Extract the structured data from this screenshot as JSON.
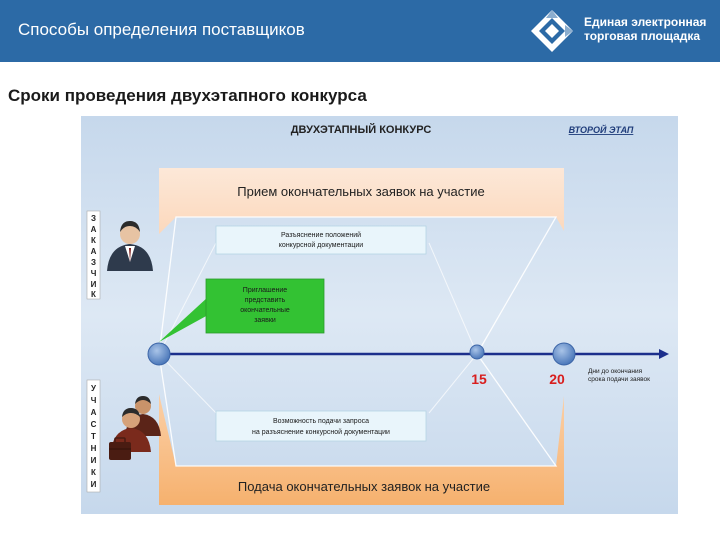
{
  "header": {
    "title": "Способы определения поставщиков",
    "logo_line1": "Единая электронная",
    "logo_line2": "торговая площадка"
  },
  "subtitle": "Сроки проведения двухэтапного конкурса",
  "diagram": {
    "title": "ДВУХЭТАПНЫЙ КОНКУРС",
    "stage": "ВТОРОЙ ЭТАП",
    "customer_label": [
      "З",
      "А",
      "К",
      "А",
      "З",
      "Ч",
      "И",
      "К"
    ],
    "participants_label": [
      "У",
      "Ч",
      "А",
      "С",
      "Т",
      "Н",
      "И",
      "К",
      "И"
    ],
    "top_band": "Прием окончательных заявок на участие",
    "bottom_band": "Подача окончательных заявок на участие",
    "clarification_top": [
      "Разъяснение положений",
      "конкурсной документации"
    ],
    "invitation": [
      "Приглашение",
      "представить",
      "окончательные",
      "заявки"
    ],
    "clarification_bottom": [
      "Возможность подачи запроса",
      "на разъяснение конкурсной документации"
    ],
    "day_15": "15",
    "day_20": "20",
    "axis_note": [
      "Дни до окончания",
      "срока подачи заявок"
    ],
    "colors": {
      "header_bg": "#2c6aa6",
      "panel_bg": "#cfdff0",
      "top_band": "#fde3cf",
      "bottom_band": "#f9be86",
      "green_box": "#33c233",
      "timeline": "#1c2f8c",
      "red_number": "#d81e1e",
      "stage_label": "#1f3c7a"
    }
  }
}
